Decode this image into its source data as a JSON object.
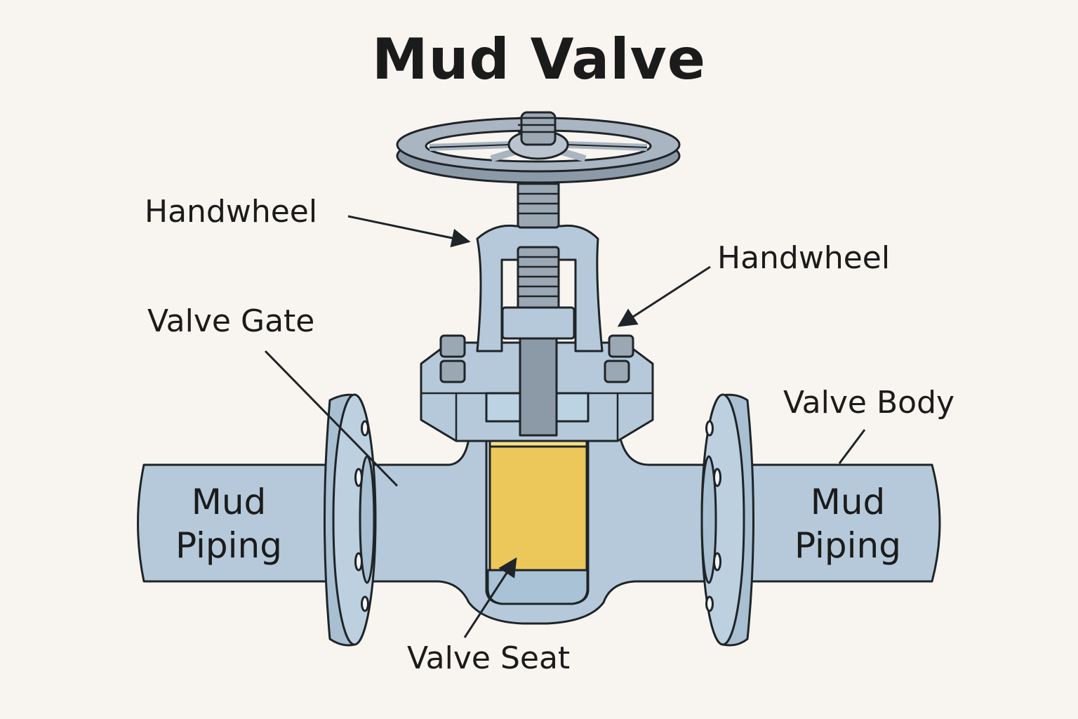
{
  "title": "Mud Valve",
  "labels": {
    "handwheel_left": "Handwheel",
    "handwheel_right": "Handwheel",
    "valve_gate": "Valve Gate",
    "valve_body": "Valve Body",
    "valve_seat": "Valve Seat"
  },
  "pipes": {
    "left": {
      "line1": "Mud",
      "line2": "Piping"
    },
    "right": {
      "line1": "Mud",
      "line2": "Piping"
    }
  },
  "colors": {
    "background": "#f8f5f0",
    "steel_light": "#b5c9da",
    "steel_dark": "#8c9aa8",
    "gate": "#ecc759",
    "gate_highlight": "#f4df86",
    "bonnet_cavity": "#bcd3e3",
    "outline": "#1f2428"
  }
}
